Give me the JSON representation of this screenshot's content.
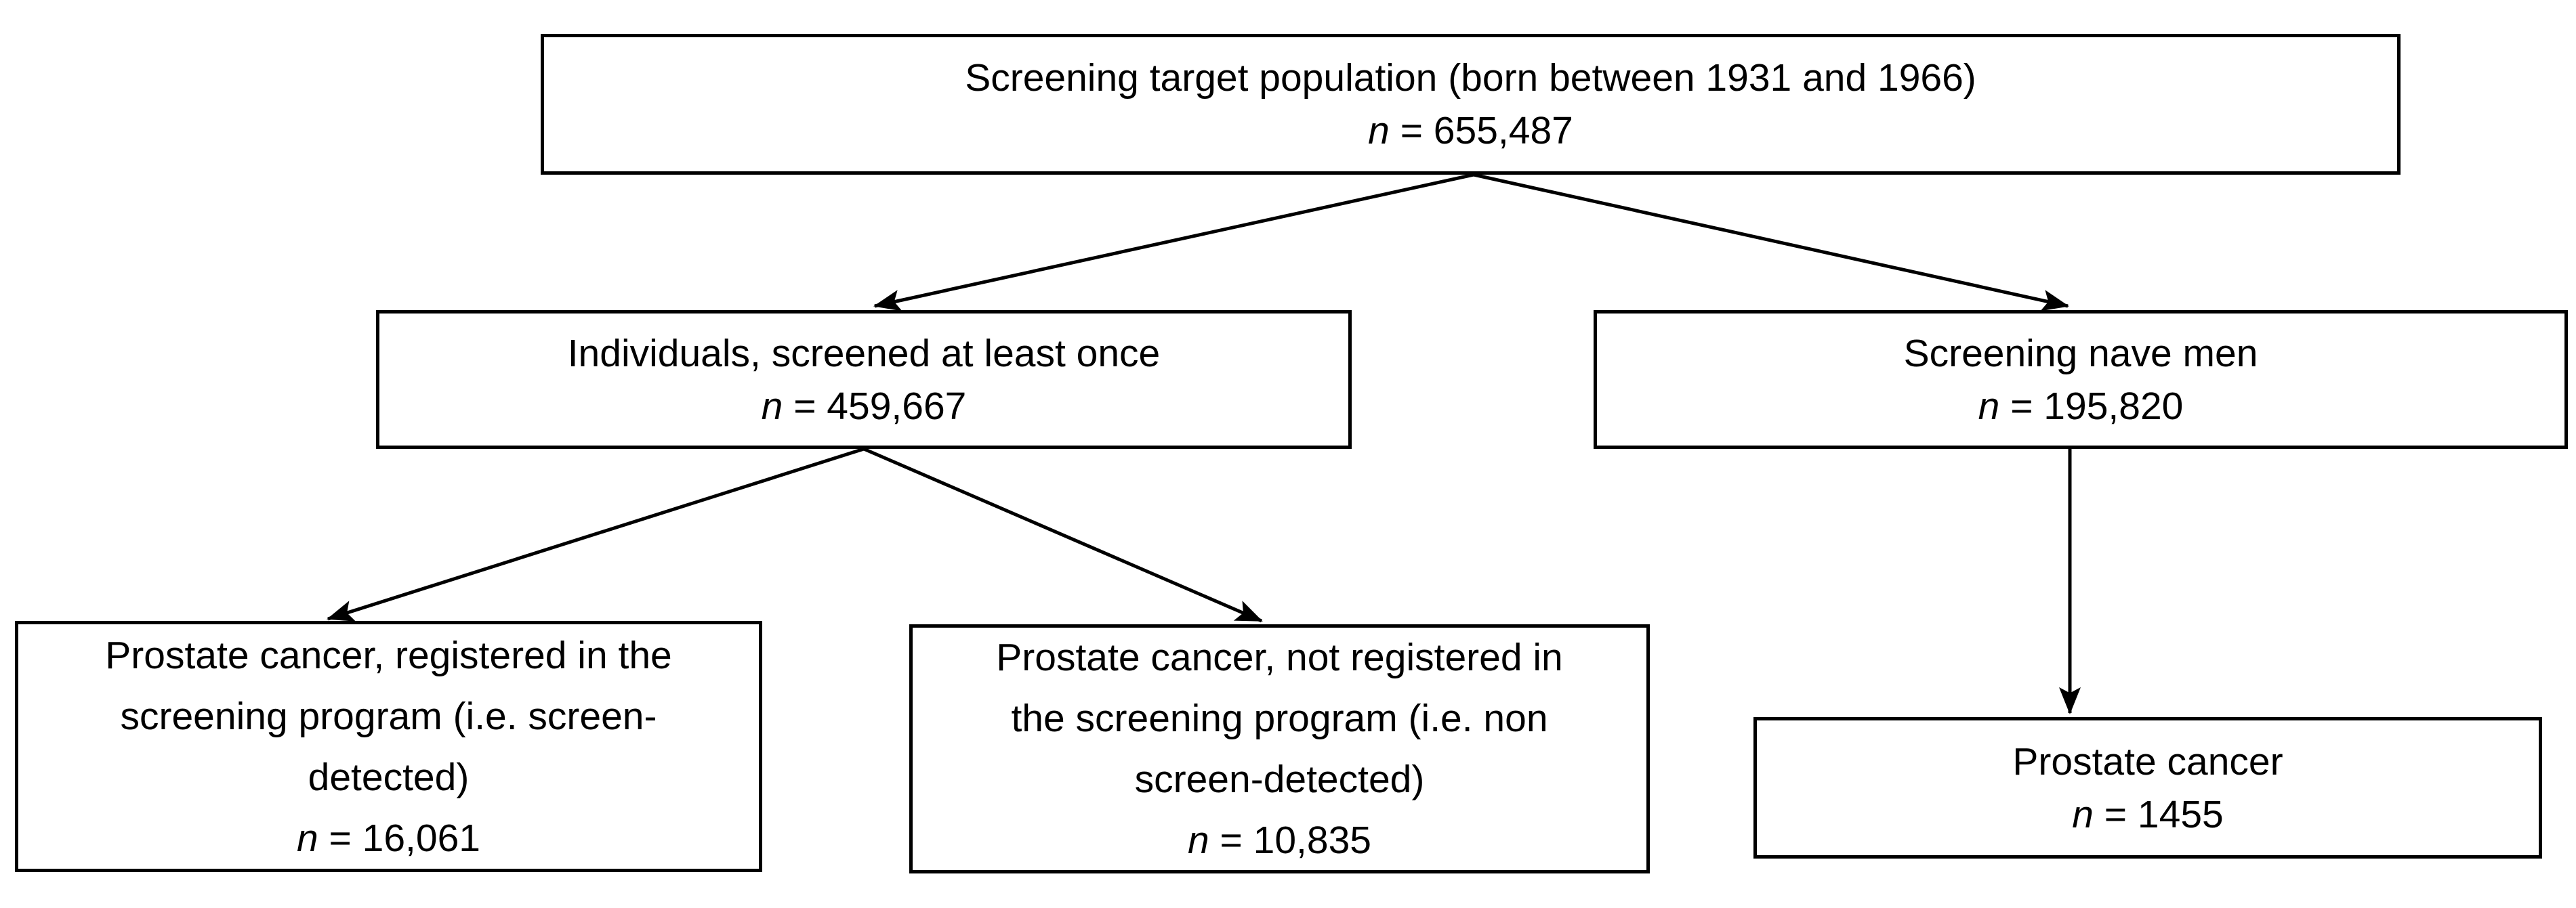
{
  "figure": {
    "type": "flowchart",
    "orientation": "top-down",
    "background_color": "#ffffff",
    "line_color": "#000000",
    "text_color": "#000000"
  },
  "nodes": {
    "target_population": {
      "id": "target-population",
      "lines": [
        "Screening target population (born between 1931 and 1966)"
      ],
      "n_symbol": "n",
      "n_value": "= 655,487",
      "count": 655487
    },
    "screened_once": {
      "id": "screened-once",
      "lines": [
        "Individuals, screened at least once"
      ],
      "n_symbol": "n",
      "n_value": "= 459,667",
      "count": 459667
    },
    "naive_men": {
      "id": "naive-men",
      "lines": [
        "Screening nave men"
      ],
      "n_symbol": "n",
      "n_value": "= 195,820",
      "count": 195820
    },
    "screen_detected": {
      "id": "screen-detected",
      "line1": "Prostate cancer, registered in the",
      "line2": "screening program (i.e. screen-",
      "line3": "detected)",
      "n_symbol": "n",
      "n_value": "= 16,061",
      "count": 16061
    },
    "non_screen_detected": {
      "id": "non-screen-detected",
      "line1": "Prostate cancer, not registered in",
      "line2": "the screening program (i.e. non",
      "line3": "screen-detected)",
      "n_symbol": "n",
      "n_value": "= 10,835",
      "count": 10835
    },
    "naive_prostate_cancer": {
      "id": "naive-prostate-cancer",
      "lines": [
        "Prostate cancer"
      ],
      "n_symbol": "n",
      "n_value": "= 1455",
      "count": 1455
    }
  },
  "edges": [
    {
      "from": "target_population",
      "to": "screened_once",
      "style": "diagonal-arrow"
    },
    {
      "from": "target_population",
      "to": "naive_men",
      "style": "diagonal-arrow"
    },
    {
      "from": "screened_once",
      "to": "screen_detected",
      "style": "diagonal-arrow"
    },
    {
      "from": "screened_once",
      "to": "non_screen_detected",
      "style": "diagonal-arrow"
    },
    {
      "from": "naive_men",
      "to": "naive_prostate_cancer",
      "style": "vertical-arrow"
    }
  ]
}
